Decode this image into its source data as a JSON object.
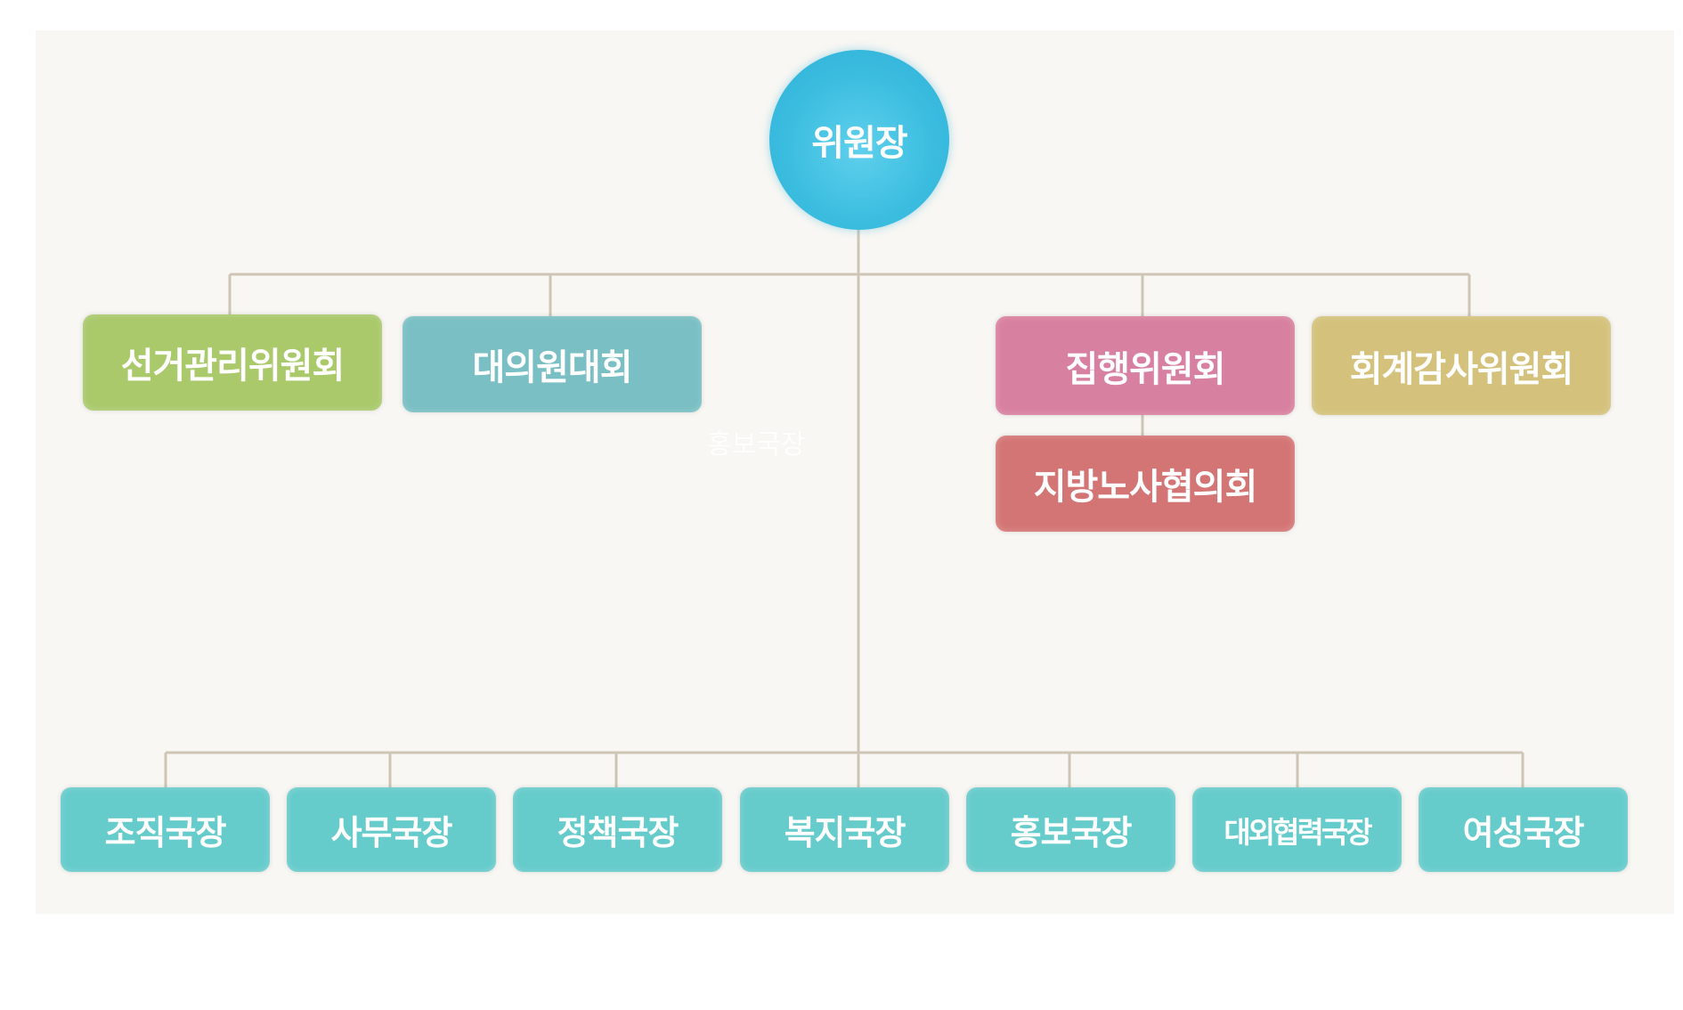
{
  "colors": {
    "background": "#f8f7f3",
    "connector": "#cfc5b6",
    "chair": "#3bbde0",
    "election_committee": "#a9c96b",
    "delegates_assembly": "#79bfc3",
    "executive_committee": "#d8809f",
    "audit_committee": "#d4c27c",
    "regional_council": "#d47575",
    "bureau": "#66cbcb"
  },
  "chair": {
    "label": "위원장"
  },
  "committees": {
    "election": "선거관리위원회",
    "delegates": "대의원대회",
    "executive": "집행위원회",
    "audit": "회계감사위원회",
    "regional": "지방노사협의회"
  },
  "ghost_label": "홍보국장",
  "bureaus": [
    {
      "label": "조직국장"
    },
    {
      "label": "사무국장"
    },
    {
      "label": "정책국장"
    },
    {
      "label": "복지국장"
    },
    {
      "label": "홍보국장"
    },
    {
      "label": "대외협력국장"
    },
    {
      "label": "여성국장"
    }
  ]
}
